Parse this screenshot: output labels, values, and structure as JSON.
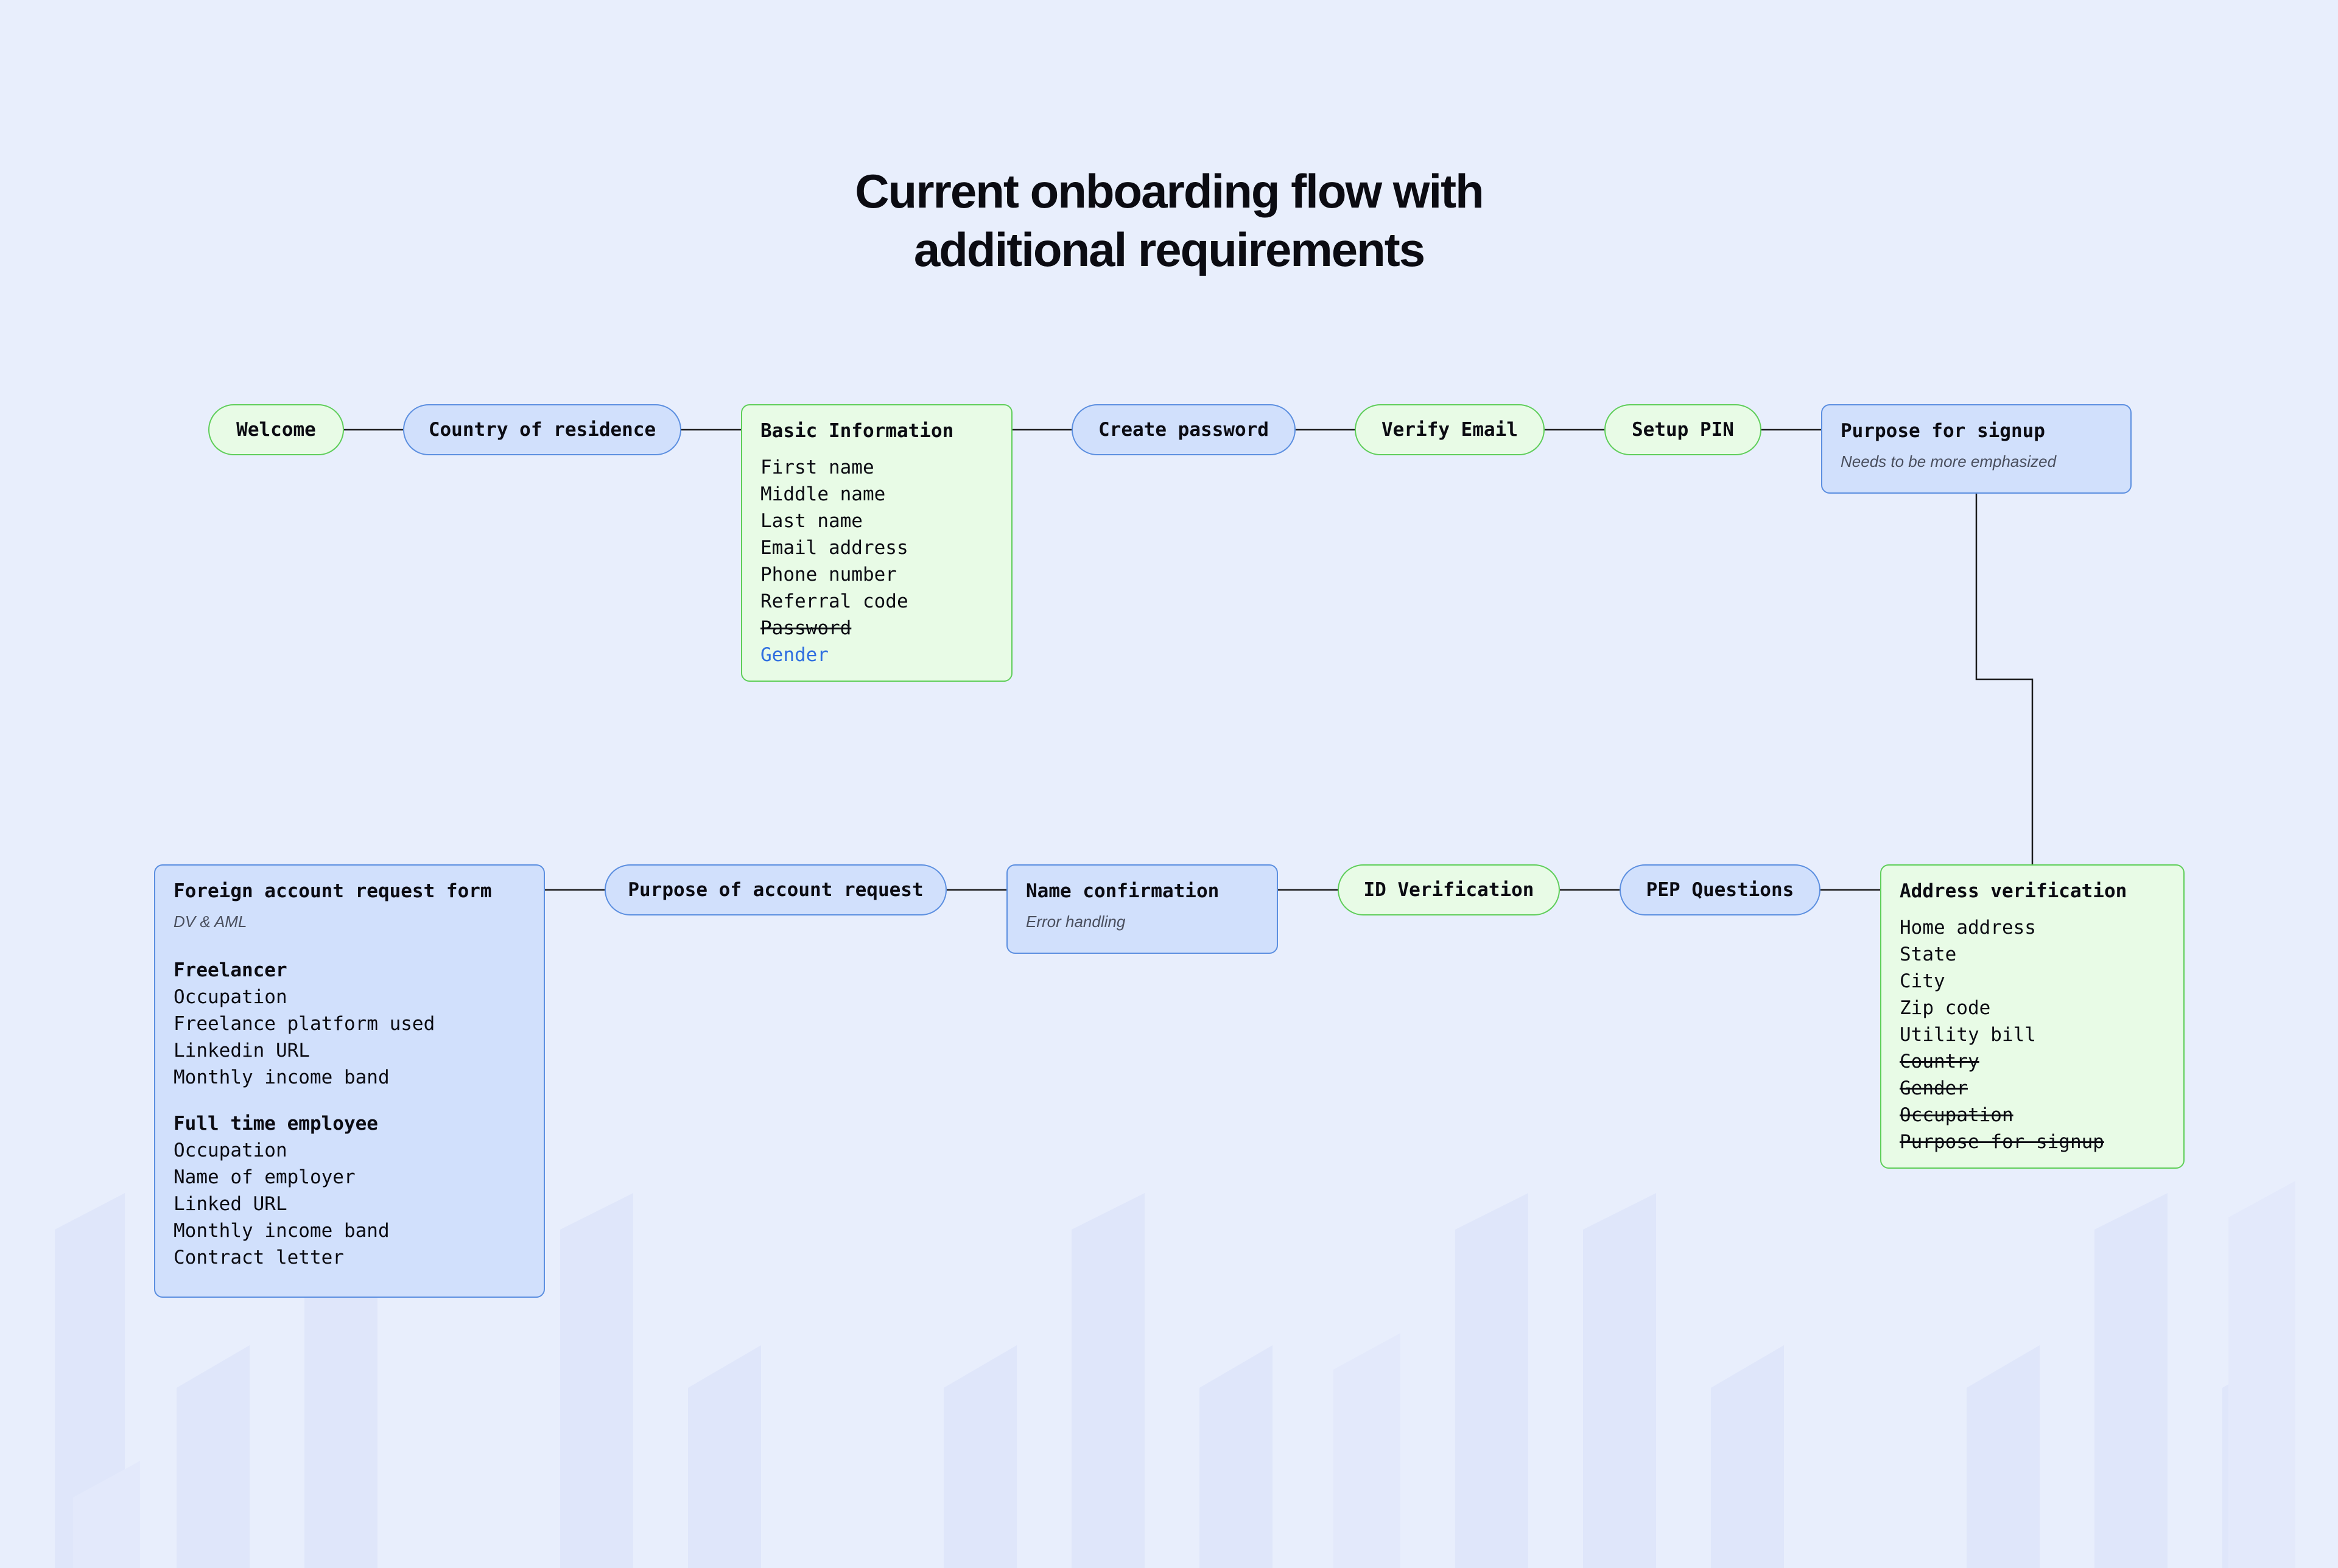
{
  "title": {
    "line1": "Current onboarding flow with",
    "line2": "additional requirements"
  },
  "colors": {
    "background": "#e8eefc",
    "green_fill": "#e8fbe6",
    "green_border": "#5fce5a",
    "blue_fill": "#d1e0fc",
    "blue_border": "#5c8fe0",
    "accent_text": "#2f6fe0",
    "connector": "#1a1a1a"
  },
  "row1": {
    "welcome": "Welcome",
    "country": "Country of residence",
    "basic_info": {
      "title": "Basic Information",
      "items": [
        "First name",
        "Middle name",
        "Last name",
        "Email address",
        "Phone number",
        "Referral code"
      ],
      "removed": "Password",
      "added": "Gender"
    },
    "create_password": "Create password",
    "verify_email": "Verify Email",
    "setup_pin": "Setup PIN",
    "purpose_signup": {
      "title": "Purpose for signup",
      "note": "Needs to be more emphasized"
    }
  },
  "row2": {
    "foreign_form": {
      "title": "Foreign account request form",
      "note": "DV & AML",
      "freelancer": {
        "heading": "Freelancer",
        "items": [
          "Occupation",
          "Freelance platform used",
          "Linkedin URL",
          "Monthly income band"
        ]
      },
      "employee": {
        "heading": "Full time employee",
        "items": [
          "Occupation",
          "Name of employer",
          "Linked URL",
          "Monthly income band",
          "Contract letter"
        ]
      }
    },
    "purpose_account": "Purpose of account request",
    "name_confirmation": {
      "title": "Name confirmation",
      "note": "Error handling"
    },
    "id_verification": "ID Verification",
    "pep_questions": "PEP Questions",
    "address_verification": {
      "title": "Address verification",
      "items": [
        "Home address",
        "State",
        "City",
        "Zip code",
        "Utility bill"
      ],
      "removed": [
        "Country",
        "Gender",
        "Occupation",
        "Purpose for signup"
      ]
    }
  }
}
